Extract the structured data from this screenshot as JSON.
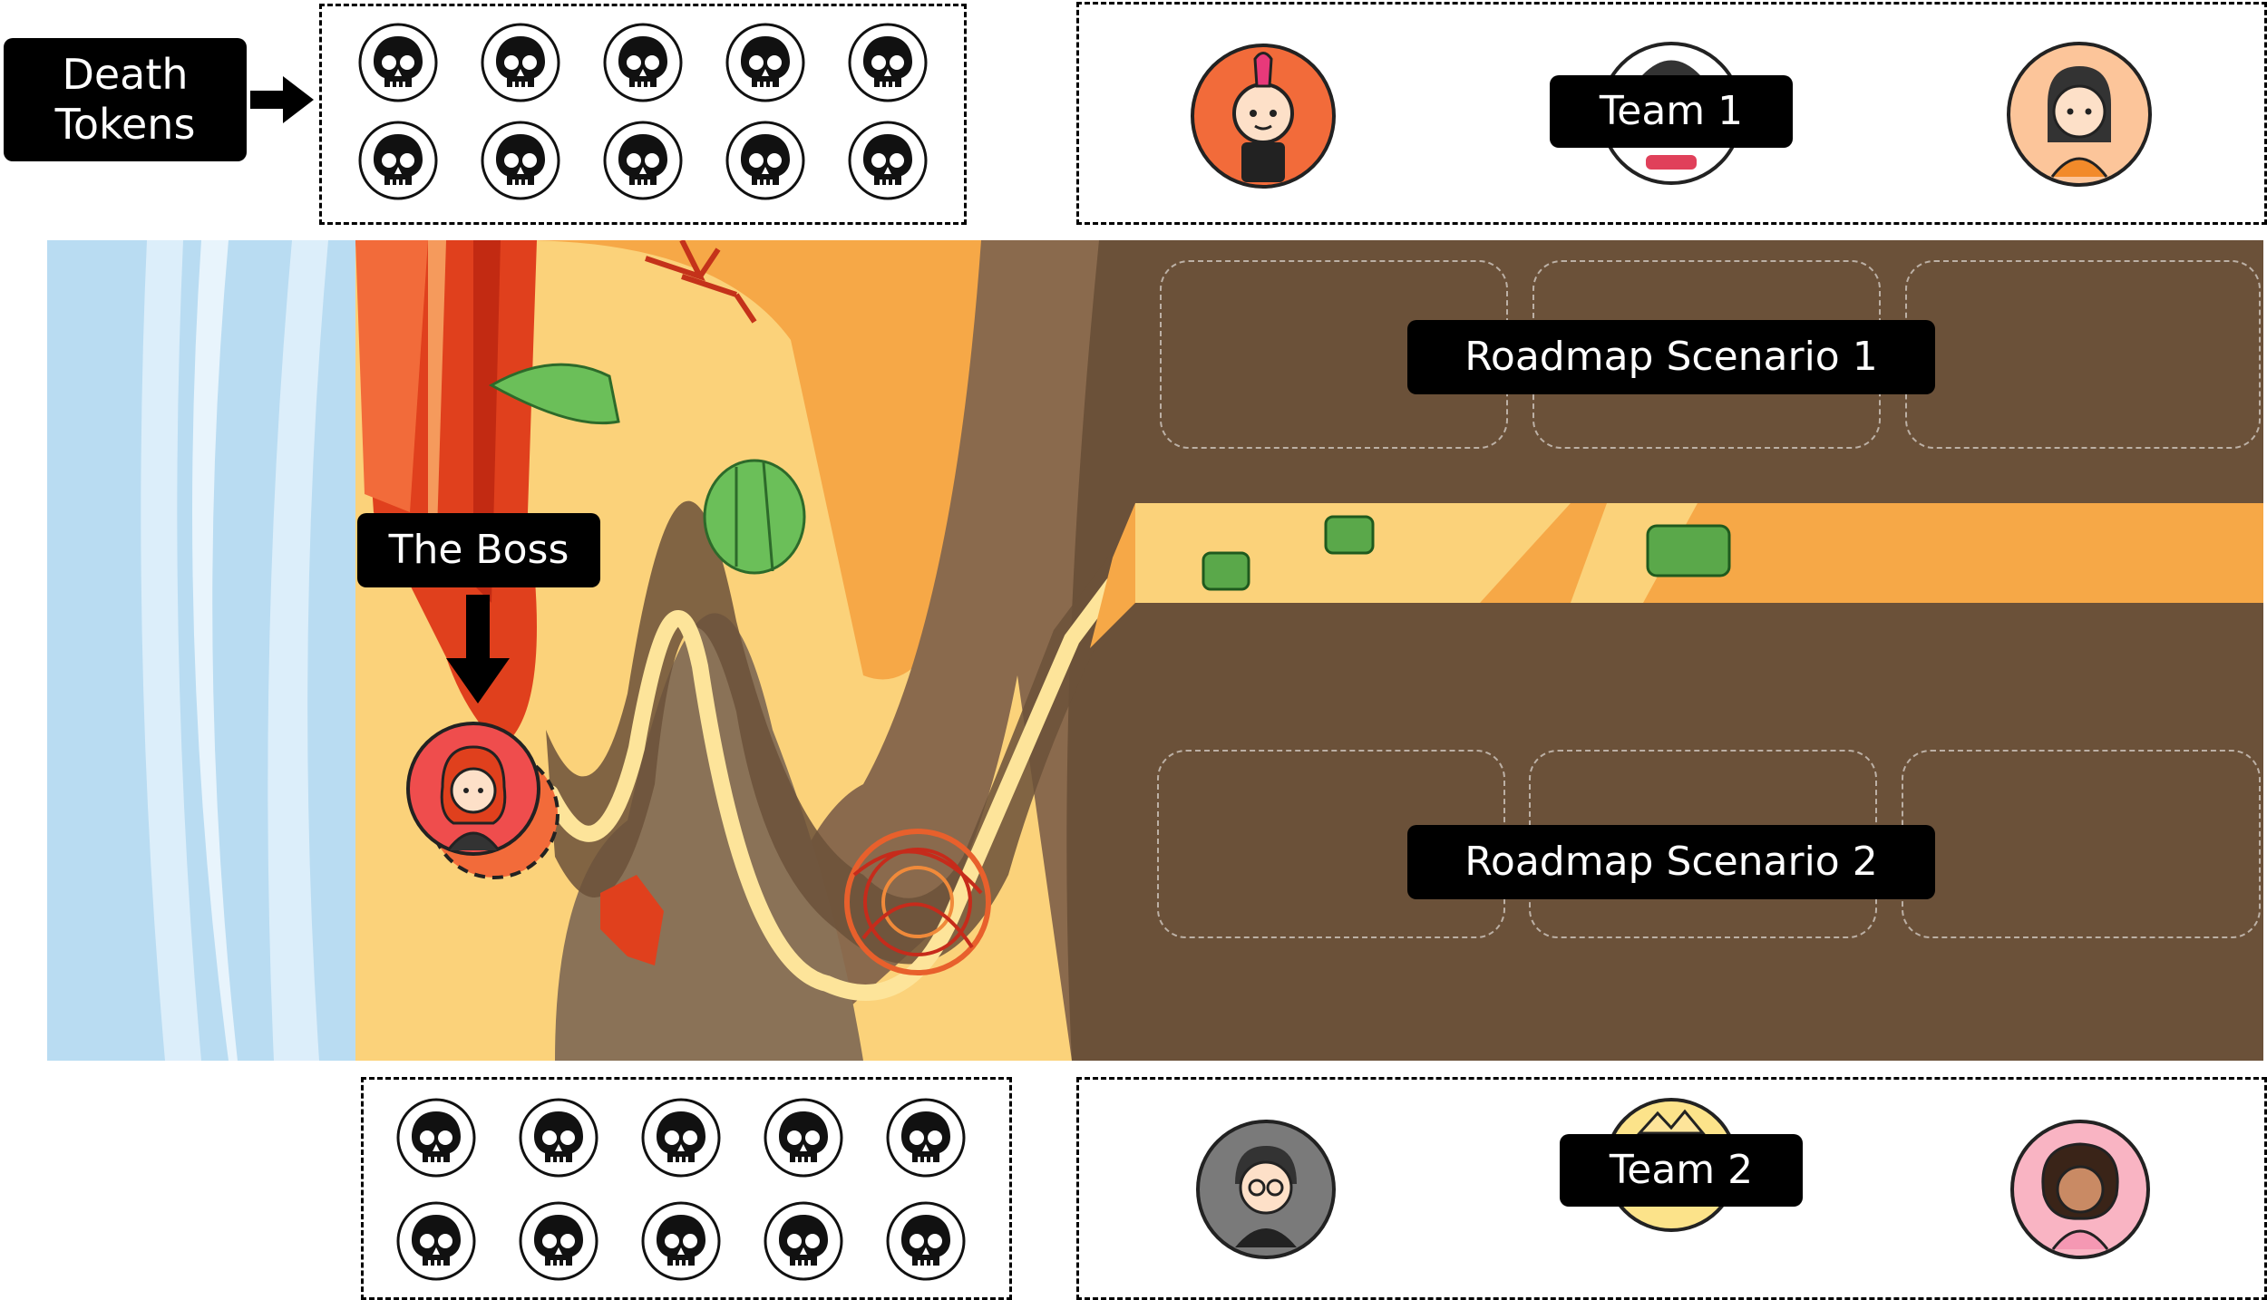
{
  "death_tokens_label": "Death\nTokens",
  "boss_label": "The Boss",
  "team1": {
    "label": "Team 1",
    "members": [
      "punk",
      "hidden",
      "woman"
    ]
  },
  "team2": {
    "label": "Team 2",
    "members": [
      "glasses",
      "hidden",
      "woman-curly"
    ]
  },
  "roadmaps": [
    {
      "label": "Roadmap Scenario 1"
    },
    {
      "label": "Roadmap Scenario 2"
    }
  ],
  "tokens": {
    "top_count": 10,
    "bottom_count": 10,
    "icon": "skull-icon"
  },
  "colors": {
    "sky": "#b9dcf2",
    "sand": "#fbd27a",
    "orange": "#f4a340",
    "dirt": "#6b5139",
    "dirt_dark": "#5c4330",
    "rock_red": "#e0401d",
    "path_light": "#fde49a"
  }
}
